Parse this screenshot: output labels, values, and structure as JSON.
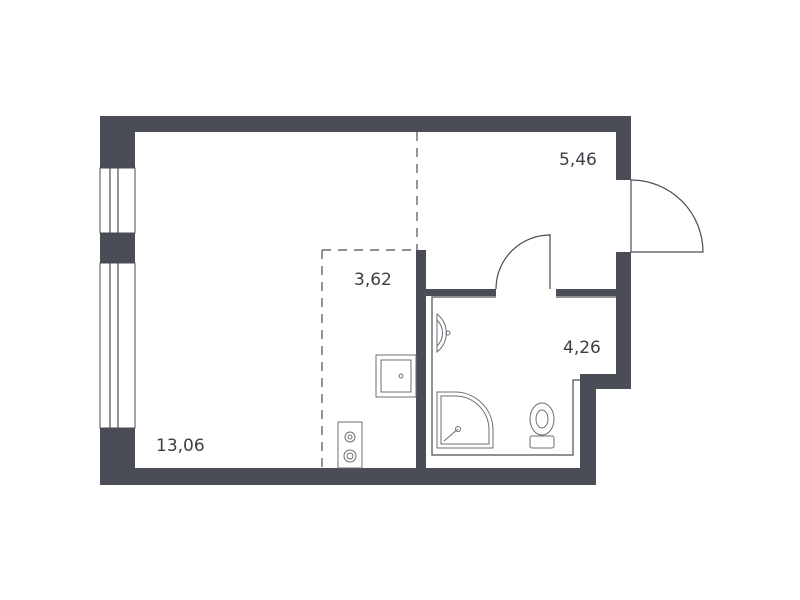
{
  "plan": {
    "title": "",
    "rooms": [
      {
        "id": "main-room",
        "area": "13,06"
      },
      {
        "id": "kitchen",
        "area": "3,62"
      },
      {
        "id": "hallway",
        "area": "5,46"
      },
      {
        "id": "bathroom",
        "area": "4,26"
      }
    ],
    "colors": {
      "wall": "#4a4d55",
      "background": "#ffffff"
    }
  }
}
